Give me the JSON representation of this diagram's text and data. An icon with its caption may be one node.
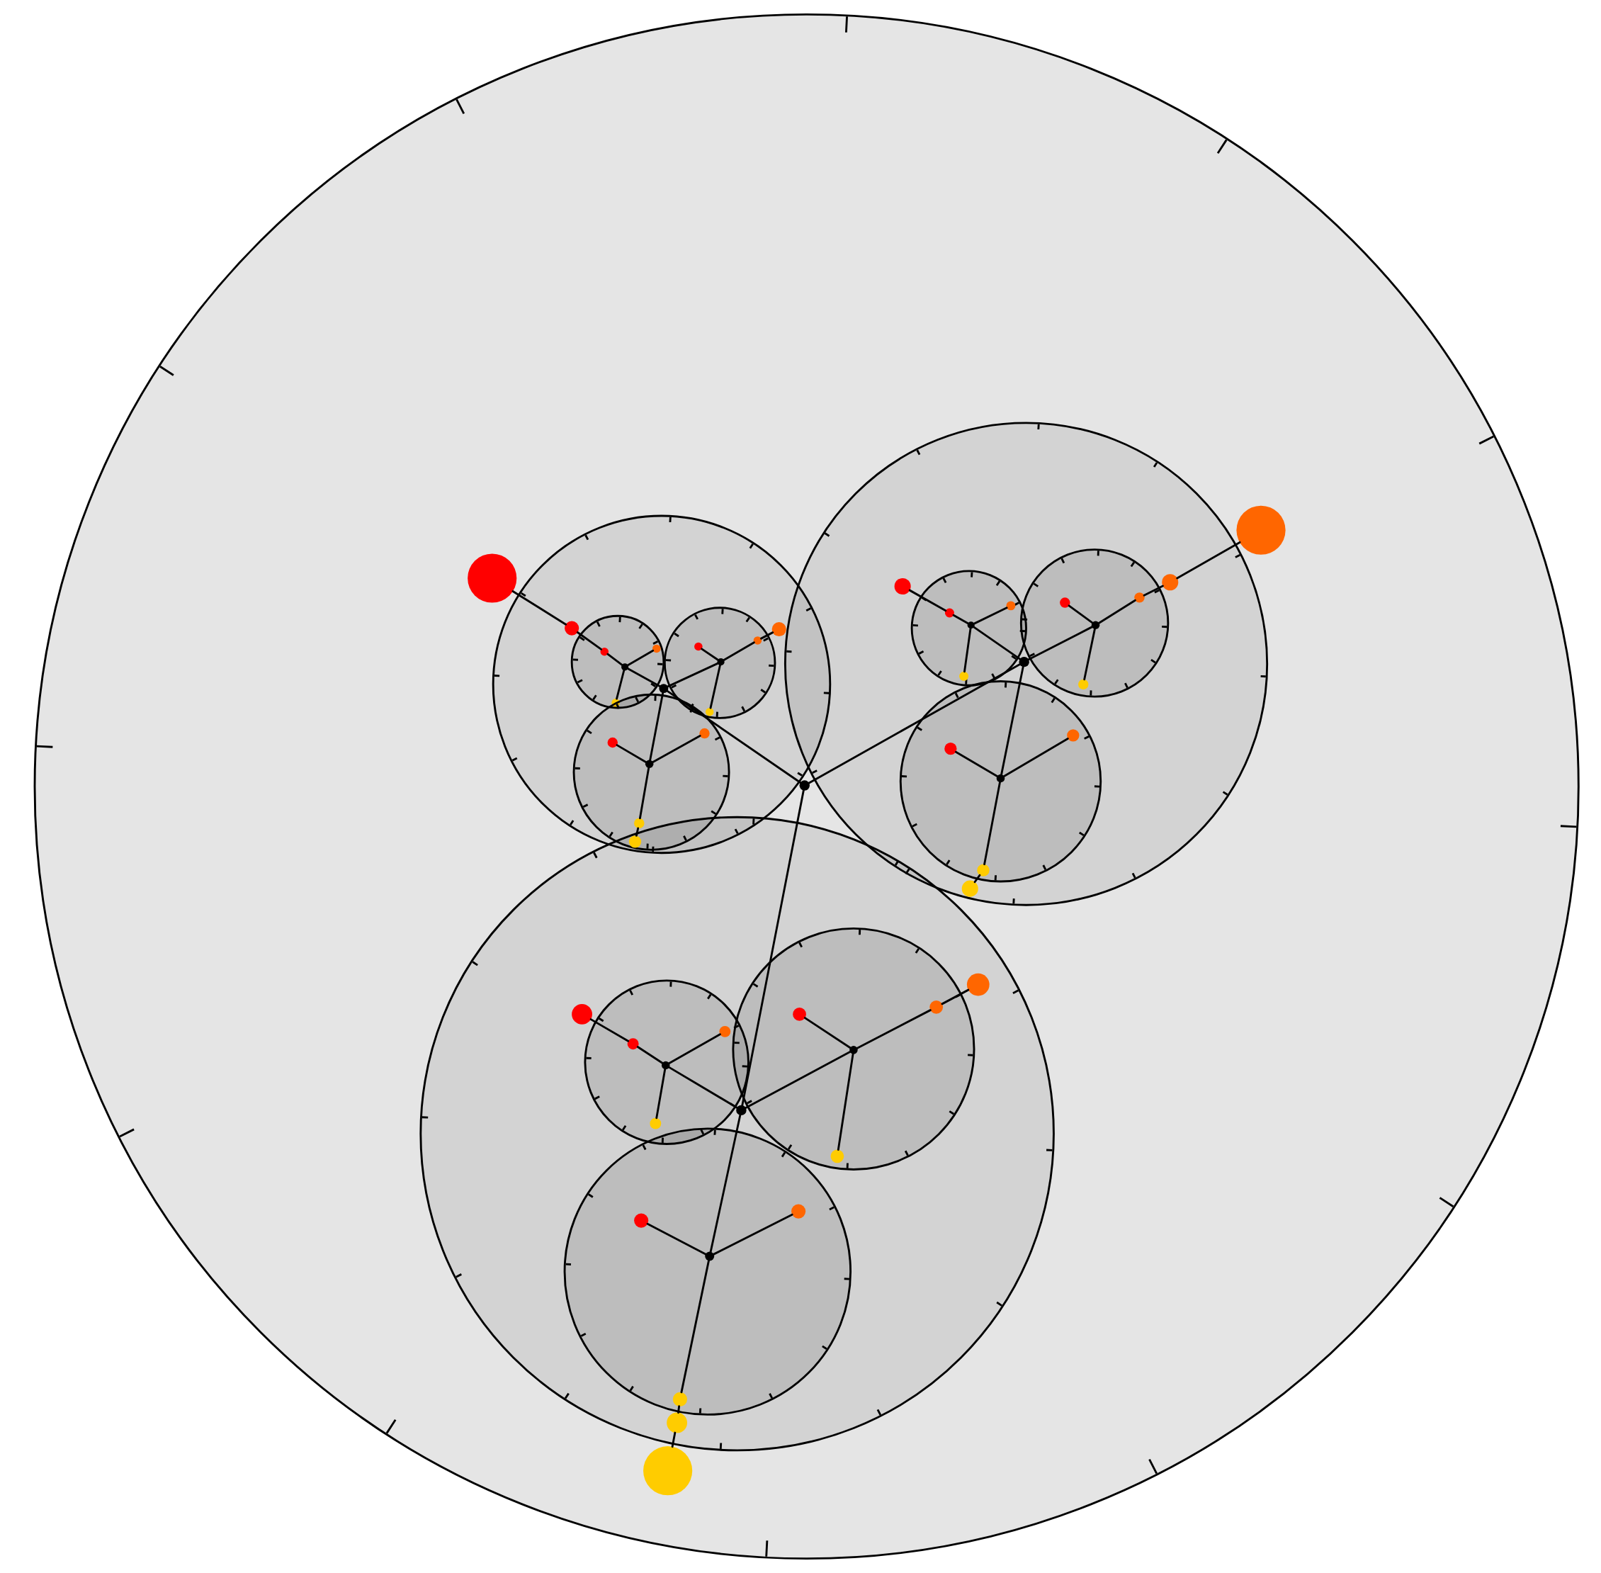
{
  "diagram": {
    "nodes": [
      {
        "text": [],
        "shape": "circle"
      },
      {
        "text": [],
        "shape": "circle",
        "in": 0
      },
      {
        "text": [],
        "shape": "circle",
        "in": 0
      },
      {
        "text": [],
        "shape": "circle",
        "in": 0
      },
      {
        "text": [],
        "shape": "circle",
        "in": 0
      },
      {
        "text": [],
        "shape": "circle",
        "in": 0
      },
      {
        "text": [],
        "shape": "circle",
        "in": 5
      },
      {
        "text": [],
        "shape": "circle",
        "in": 5
      },
      {
        "text": [],
        "shape": "circle",
        "in": 5
      },
      {
        "text": [],
        "shape": "circle"
      },
      {
        "text": [],
        "shape": "circle",
        "in": 5
      },
      {
        "text": [],
        "shape": "circle",
        "in": 10
      },
      {
        "text": [],
        "shape": "circle",
        "in": 10
      },
      {
        "text": [],
        "shape": "circle",
        "in": 10
      },
      {
        "text": [],
        "shape": "circle",
        "in": 10
      },
      {
        "text": [],
        "shape": "circle",
        "in": 5
      },
      {
        "text": [],
        "shape": "circle",
        "in": 15
      },
      {
        "text": [],
        "shape": "circle",
        "in": 15
      },
      {
        "text": [],
        "shape": "circle",
        "in": 15
      },
      {
        "text": [],
        "shape": "circle",
        "in": 15
      },
      {
        "text": [],
        "shape": "circle",
        "in": 5
      },
      {
        "text": [],
        "shape": "circle",
        "in": 20
      },
      {
        "text": [],
        "shape": "circle",
        "in": 20
      },
      {
        "text": [],
        "shape": "circle",
        "in": 20
      },
      {
        "text": [],
        "shape": "circle",
        "in": 20
      },
      {
        "text": [],
        "shape": "circle",
        "in": 0
      },
      {
        "text": [],
        "shape": "circle",
        "in": 25
      },
      {
        "text": [],
        "shape": "circle",
        "in": 25
      },
      {
        "text": [],
        "shape": "circle",
        "in": 25
      },
      {
        "text": [],
        "shape": "circle",
        "in": 25
      },
      {
        "text": [],
        "shape": "circle",
        "in": 25
      },
      {
        "text": [],
        "shape": "circle",
        "in": 30
      },
      {
        "text": [],
        "shape": "circle",
        "in": 30
      },
      {
        "text": [],
        "shape": "circle",
        "in": 30
      },
      {
        "text": [],
        "shape": "circle",
        "in": 30
      },
      {
        "text": [],
        "shape": "circle",
        "in": 25
      },
      {
        "text": [],
        "shape": "circle",
        "in": 35
      },
      {
        "text": [],
        "shape": "circle",
        "in": 35
      },
      {
        "text": [],
        "shape": "circle",
        "in": 35
      },
      {
        "text": [],
        "shape": "circle",
        "in": 35
      },
      {
        "text": [],
        "shape": "circle",
        "in": 25
      },
      {
        "text": [],
        "shape": "circle",
        "in": 40
      },
      {
        "text": [],
        "shape": "circle",
        "in": 40
      },
      {
        "text": [],
        "shape": "circle",
        "in": 40
      },
      {
        "text": [],
        "shape": "circle",
        "in": 40
      },
      {
        "text": [],
        "shape": "circle",
        "in": 0
      },
      {
        "text": [],
        "shape": "circle",
        "in": 45
      },
      {
        "text": [],
        "shape": "circle",
        "in": 45
      },
      {
        "text": [],
        "shape": "circle",
        "in": 45
      },
      {
        "text": [],
        "shape": "circle",
        "in": 45
      },
      {
        "text": [],
        "shape": "circle",
        "in": 45
      },
      {
        "text": [],
        "shape": "circle",
        "in": 50
      },
      {
        "text": [],
        "shape": "circle",
        "in": 50
      },
      {
        "text": [],
        "shape": "circle",
        "in": 50
      },
      {
        "text": [],
        "shape": "circle",
        "in": 50
      },
      {
        "text": [],
        "shape": "circle",
        "in": 45
      },
      {
        "text": [],
        "shape": "circle",
        "in": 55
      },
      {
        "text": [],
        "shape": "circle",
        "in": 55
      },
      {
        "text": [],
        "shape": "circle",
        "in": 55
      },
      {
        "text": [],
        "shape": "circle",
        "in": 55
      },
      {
        "text": [],
        "shape": "circle",
        "in": 45
      },
      {
        "text": [],
        "shape": "circle",
        "in": 60
      },
      {
        "text": [],
        "shape": "circle",
        "in": 60
      },
      {
        "text": [],
        "shape": "circle",
        "in": 60
      },
      {
        "text": [],
        "shape": "circle",
        "in": 60
      }
    ],
    "edges": [
      {
        "from": 6,
        "to": 11,
        "arrow": "none"
      },
      {
        "from": 11,
        "to": 12,
        "arrow": "none"
      },
      {
        "from": 11,
        "to": 13,
        "arrow": "none"
      },
      {
        "from": 11,
        "to": 14,
        "arrow": "none"
      },
      {
        "from": 12,
        "to": 7,
        "arrow": "none"
      },
      {
        "from": 6,
        "to": 16,
        "arrow": "none"
      },
      {
        "from": 16,
        "to": 17,
        "arrow": "none"
      },
      {
        "from": 16,
        "to": 18,
        "arrow": "none"
      },
      {
        "from": 16,
        "to": 19,
        "arrow": "none"
      },
      {
        "from": 18,
        "to": 8,
        "arrow": "none"
      },
      {
        "from": 6,
        "to": 21,
        "arrow": "none"
      },
      {
        "from": 21,
        "to": 22,
        "arrow": "none"
      },
      {
        "from": 21,
        "to": 23,
        "arrow": "none"
      },
      {
        "from": 21,
        "to": 24,
        "arrow": "none"
      },
      {
        "from": 24,
        "to": 9,
        "arrow": "none"
      },
      {
        "from": 26,
        "to": 31,
        "arrow": "none"
      },
      {
        "from": 31,
        "to": 32,
        "arrow": "none"
      },
      {
        "from": 31,
        "to": 33,
        "arrow": "none"
      },
      {
        "from": 31,
        "to": 34,
        "arrow": "none"
      },
      {
        "from": 32,
        "to": 27,
        "arrow": "none"
      },
      {
        "from": 26,
        "to": 36,
        "arrow": "none"
      },
      {
        "from": 36,
        "to": 37,
        "arrow": "none"
      },
      {
        "from": 36,
        "to": 38,
        "arrow": "none"
      },
      {
        "from": 36,
        "to": 39,
        "arrow": "none"
      },
      {
        "from": 38,
        "to": 28,
        "arrow": "none"
      },
      {
        "from": 26,
        "to": 41,
        "arrow": "none"
      },
      {
        "from": 41,
        "to": 42,
        "arrow": "none"
      },
      {
        "from": 41,
        "to": 43,
        "arrow": "none"
      },
      {
        "from": 41,
        "to": 44,
        "arrow": "none"
      },
      {
        "from": 44,
        "to": 29,
        "arrow": "none"
      },
      {
        "from": 46,
        "to": 51,
        "arrow": "none"
      },
      {
        "from": 51,
        "to": 52,
        "arrow": "none"
      },
      {
        "from": 51,
        "to": 53,
        "arrow": "none"
      },
      {
        "from": 51,
        "to": 54,
        "arrow": "none"
      },
      {
        "from": 52,
        "to": 47,
        "arrow": "none"
      },
      {
        "from": 46,
        "to": 56,
        "arrow": "none"
      },
      {
        "from": 56,
        "to": 57,
        "arrow": "none"
      },
      {
        "from": 56,
        "to": 58,
        "arrow": "none"
      },
      {
        "from": 56,
        "to": 59,
        "arrow": "none"
      },
      {
        "from": 58,
        "to": 48,
        "arrow": "none"
      },
      {
        "from": 46,
        "to": 61,
        "arrow": "none"
      },
      {
        "from": 61,
        "to": 62,
        "arrow": "none"
      },
      {
        "from": 61,
        "to": 63,
        "arrow": "none"
      },
      {
        "from": 61,
        "to": 64,
        "arrow": "none"
      },
      {
        "from": 64,
        "to": 49,
        "arrow": "none"
      },
      {
        "from": 4,
        "to": 6,
        "arrow": "none"
      },
      {
        "from": 4,
        "to": 26,
        "arrow": "none"
      },
      {
        "from": 4,
        "to": 46,
        "arrow": "none"
      },
      {
        "from": 7,
        "to": 1,
        "arrow": "none"
      },
      {
        "from": 28,
        "to": 2,
        "arrow": "none"
      },
      {
        "from": 49,
        "to": 3,
        "arrow": "none"
      }
    ]
  }
}
